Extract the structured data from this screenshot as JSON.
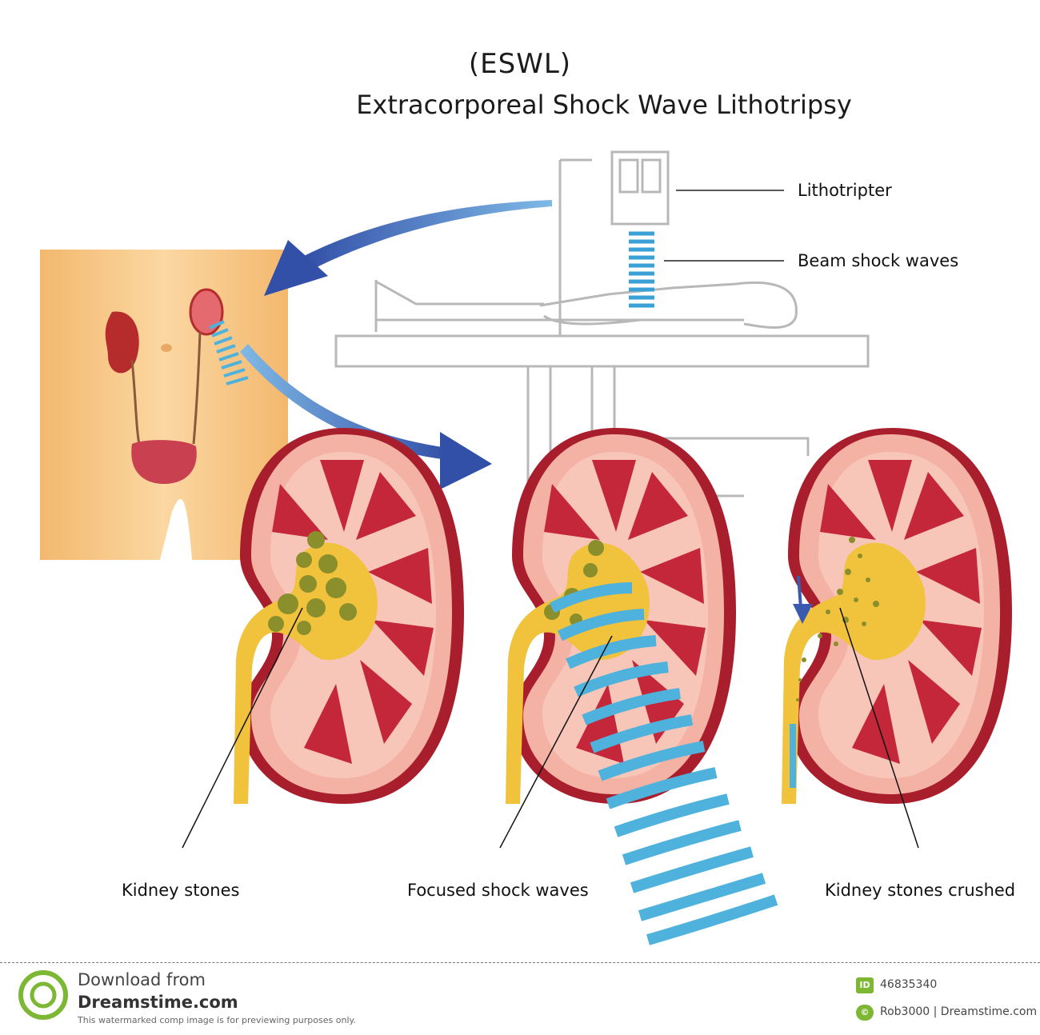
{
  "title": {
    "acronym": "(ESWL)",
    "full": "Extracorporeal Shock Wave Lithotripsy"
  },
  "labels": {
    "lithotripter": "Lithotripter",
    "beam": "Beam shock waves",
    "stones": "Kidney stones",
    "focused": "Focused shock waves",
    "crushed": "Kidney stones crushed"
  },
  "footer": {
    "download": "Download from",
    "site": "Dreamstime.com",
    "disclaimer": "This watermarked comp image is for previewing purposes only.",
    "id_badge": "ID",
    "image_id": "46835340",
    "copy_badge": "©",
    "credit": "Rob3000 | Dreamstime.com"
  },
  "colors": {
    "skin": "#f6c889",
    "kidney_red": "#c8283a",
    "kidney_pink": "#f2a59a",
    "stone": "#8a8f2c",
    "wave_blue": "#4fb2dc",
    "arrow_blue": "#3a5ab0",
    "table_gray": "#b8b8b8"
  }
}
